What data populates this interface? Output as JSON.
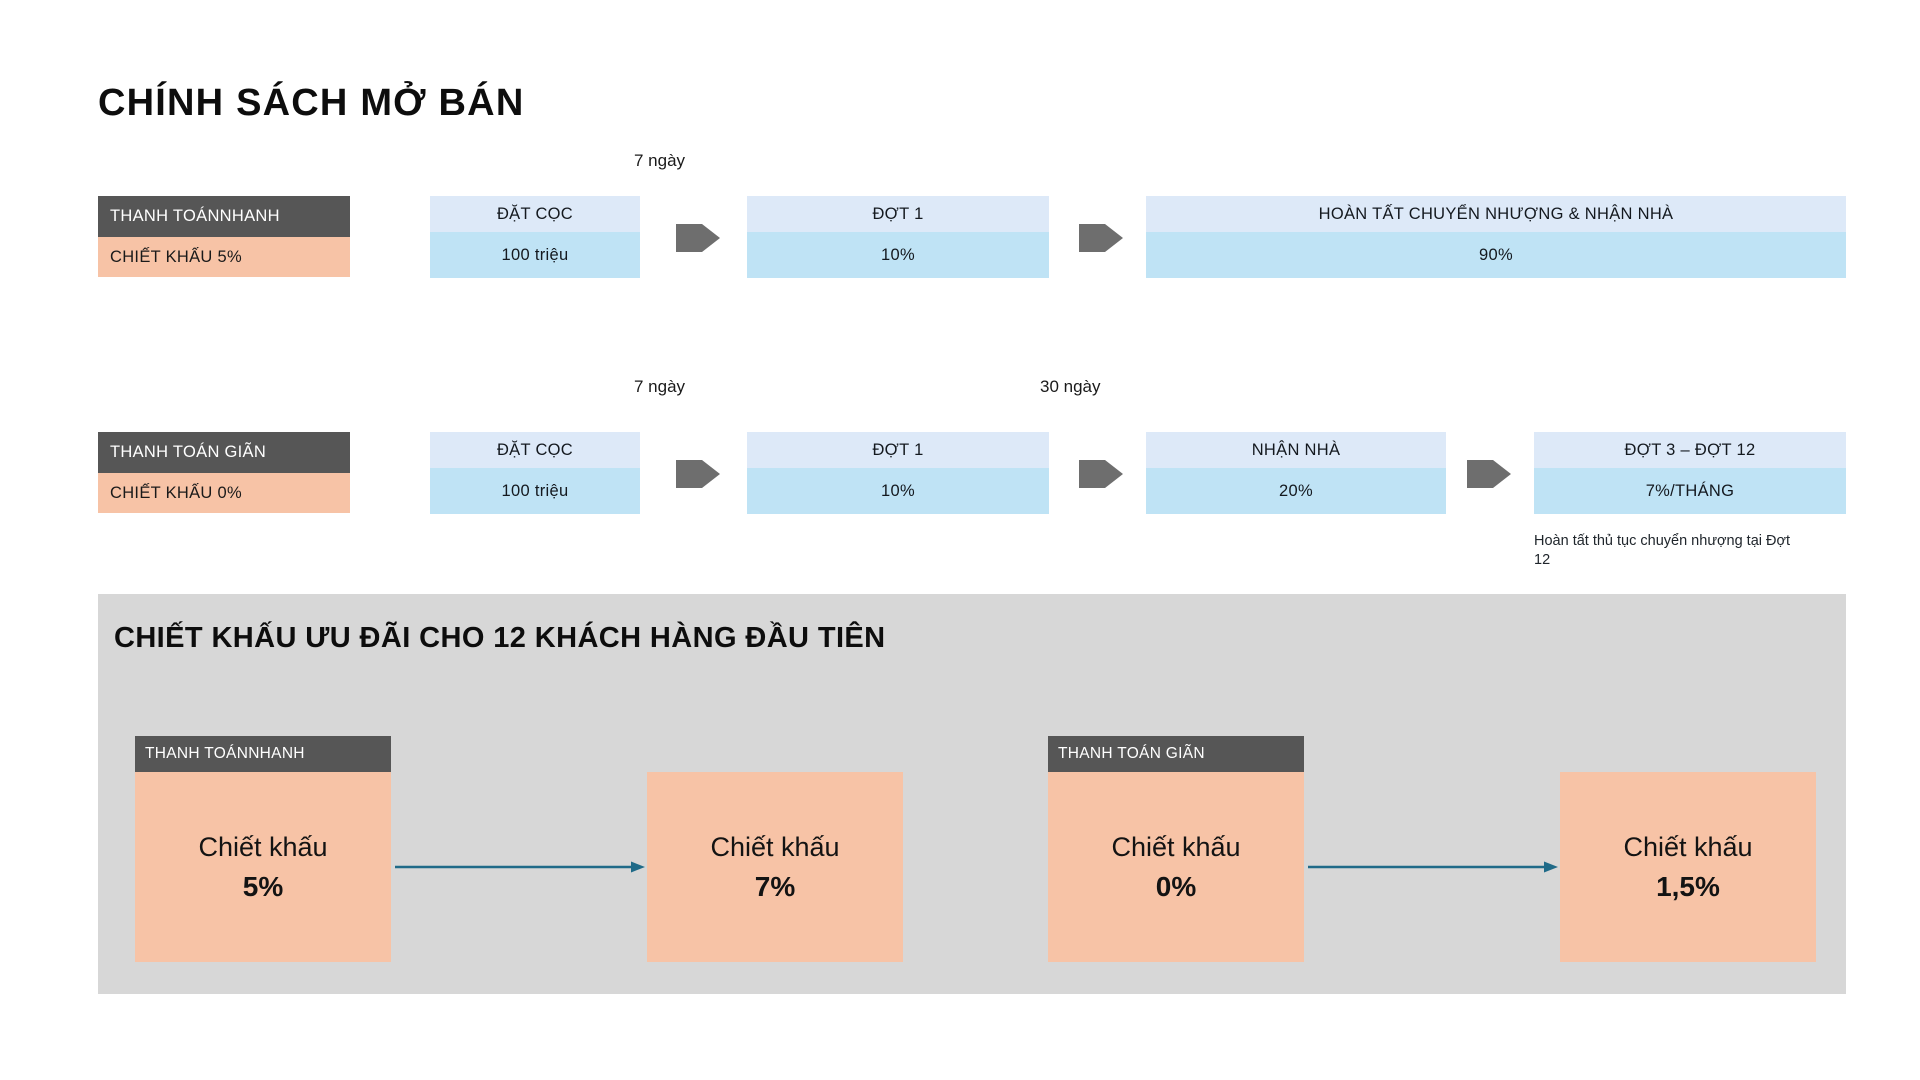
{
  "title": "CHÍNH SÁCH MỞ BÁN",
  "timelines": [
    {
      "plan_name": "THANH TOÁNNHANH",
      "discount_label": "CHIẾT KHẤU 5%",
      "durations": [
        "7 ngày"
      ],
      "steps": [
        {
          "head": "ĐẶT CỌC",
          "value": "100 triệu"
        },
        {
          "head": "ĐỢT 1",
          "value": "10%"
        },
        {
          "head": "HOÀN TẤT CHUYỂN NHƯỢNG & NHẬN NHÀ",
          "value": "90%"
        }
      ]
    },
    {
      "plan_name": "THANH TOÁN GIÃN",
      "discount_label": "CHIẾT KHẤU 0%",
      "durations": [
        "7 ngày",
        "30 ngày"
      ],
      "steps": [
        {
          "head": "ĐẶT CỌC",
          "value": "100 triệu"
        },
        {
          "head": "ĐỢT 1",
          "value": "10%"
        },
        {
          "head": "NHẬN NHÀ",
          "value": "20%"
        },
        {
          "head": "ĐỢT 3 – ĐỢT 12",
          "value": "7%/THÁNG"
        }
      ],
      "footnote": "Hoàn tất thủ tục chuyển nhượng tại Đợt 12"
    }
  ],
  "panel": {
    "title": "CHIẾT KHẤU ƯU ĐÃI CHO 12 KHÁCH HÀNG ĐẦU TIÊN",
    "groups": [
      {
        "tag": "THANH TOÁNNHANH",
        "from": {
          "label": "Chiết khấu",
          "value": "5%"
        },
        "to": {
          "label": "Chiết khấu",
          "value": "7%"
        }
      },
      {
        "tag": "THANH TOÁN GIÃN",
        "from": {
          "label": "Chiết khấu",
          "value": "0%"
        },
        "to": {
          "label": "Chiết khấu",
          "value": "1,5%"
        }
      }
    ]
  },
  "colors": {
    "step_head": "#dde9f8",
    "step_value": "#bfe3f5",
    "plan_name_bg": "#565656",
    "peach": "#f7c3a6",
    "panel_bg": "#d7d7d7",
    "chevron": "#6e6e6e",
    "flow_arrow": "#1f6a88"
  }
}
